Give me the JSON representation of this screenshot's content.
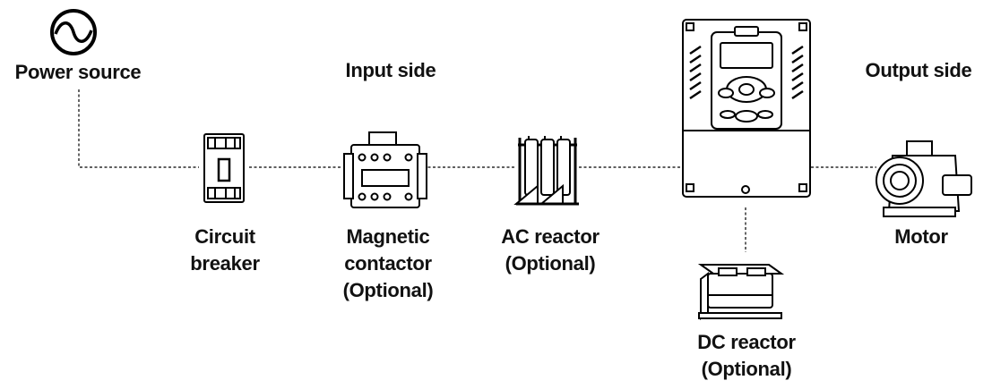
{
  "labels": {
    "power_source": "Power source",
    "input_side": "Input side",
    "output_side": "Output side",
    "circuit_breaker": [
      "Circuit",
      "breaker"
    ],
    "magnetic_contactor": [
      "Magnetic",
      "contactor",
      "(Optional)"
    ],
    "ac_reactor": [
      "AC reactor",
      "(Optional)"
    ],
    "dc_reactor": [
      "DC reactor",
      "(Optional)"
    ],
    "motor": "Motor"
  },
  "icons": {
    "power_source": "ac-sine-icon",
    "circuit_breaker": "circuit-breaker-icon",
    "magnetic_contactor": "magnetic-contactor-icon",
    "ac_reactor": "ac-reactor-icon",
    "inverter": "inverter-drive-icon",
    "dc_reactor": "dc-reactor-icon",
    "motor": "motor-icon"
  },
  "colors": {
    "line": "#000000",
    "fill": "#ffffff"
  }
}
